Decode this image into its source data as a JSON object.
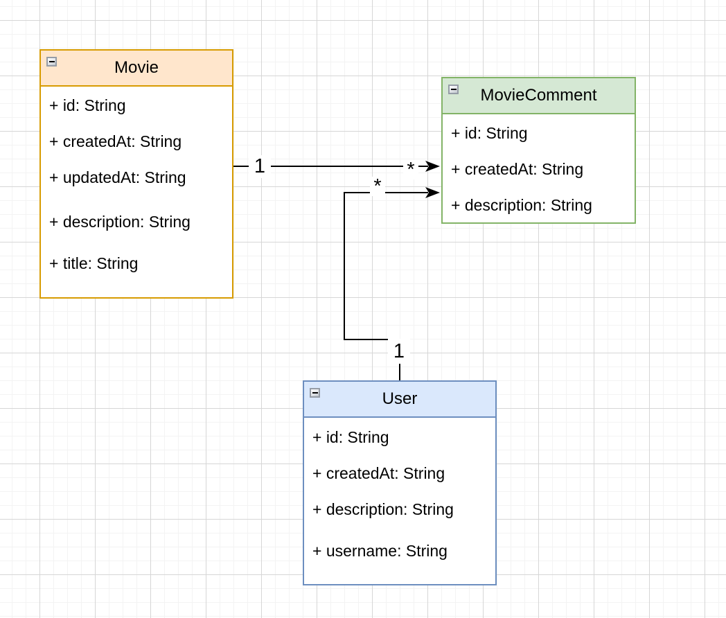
{
  "diagram": {
    "canvas": {
      "background": "#ffffff",
      "grid_minor_color": "#f3f3f3",
      "grid_major_color": "#d6d6d6"
    },
    "entities": [
      {
        "title": "Movie",
        "header_fill": "#ffe6cc",
        "border_color": "#d79b00",
        "collapse_icon": "minus",
        "attributes": [
          "+ id: String",
          "+ createdAt: String",
          "+ updatedAt: String",
          "+ description: String",
          "+ title: String"
        ]
      },
      {
        "title": "MovieComment",
        "header_fill": "#d5e8d4",
        "border_color": "#82b366",
        "collapse_icon": "minus",
        "attributes": [
          "+ id: String",
          "+ createdAt: String",
          "+ description: String"
        ]
      },
      {
        "title": "User",
        "header_fill": "#dae8fc",
        "border_color": "#6c8ebf",
        "collapse_icon": "minus",
        "attributes": [
          "+ id: String",
          "+ createdAt: String",
          "+ description: String",
          "+ username: String"
        ]
      }
    ],
    "connections": [
      {
        "from": "Movie",
        "to": "MovieComment",
        "source_label": "1",
        "target_label": "*",
        "arrow": "open-filled",
        "color": "#000000"
      },
      {
        "from": "User",
        "to": "MovieComment",
        "source_label": "1",
        "target_label": "*",
        "arrow": "open-filled",
        "color": "#000000"
      }
    ]
  }
}
